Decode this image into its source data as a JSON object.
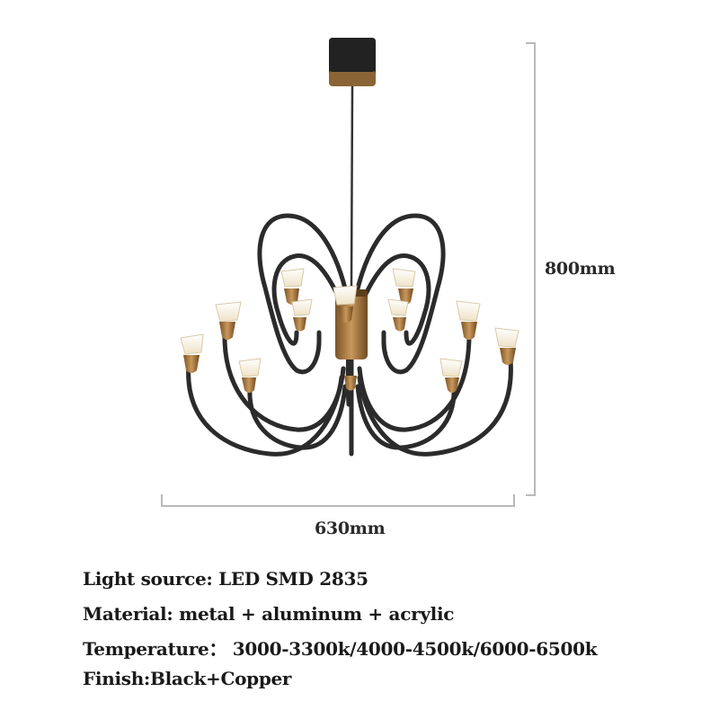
{
  "dimensions": {
    "height": "800mm",
    "width": "630mm"
  },
  "specs": [
    "Light source: LED SMD 2835",
    "Material: metal + aluminum + acrylic",
    "Temperature：  3000-3300k/4000-4500k/6000-6500k",
    "Finish:Black+Copper"
  ],
  "colors": {
    "frame": "#2b2b2b",
    "copper": "#a0743c",
    "shade": "#fbf6ea",
    "dimension_line": "#b9b9b9"
  }
}
